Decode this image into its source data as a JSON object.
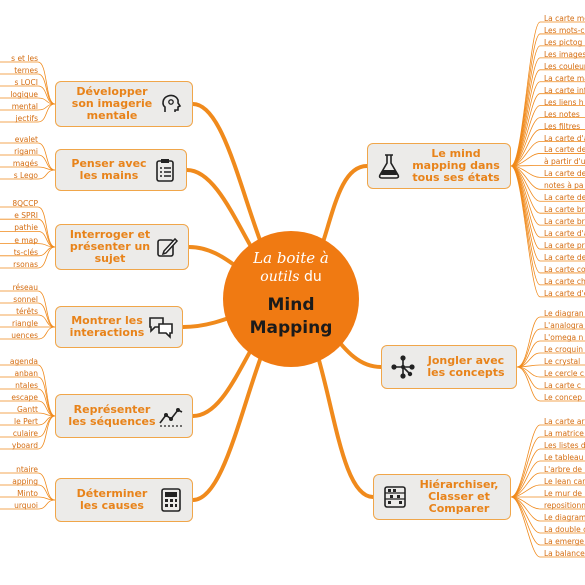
{
  "center": {
    "line1": "La boite à",
    "line2_italic": "outils",
    "line2_rest": "du",
    "line3": "Mind",
    "line4": "Mapping"
  },
  "colors": {
    "branch": "#f08a1c",
    "node_fill": "#ecebe9",
    "node_border": "#f0a64a",
    "text_orange": "#e8831a",
    "center": "#f07a12"
  },
  "left_nodes": [
    {
      "label": "Développer son imagerie mentale",
      "icon": "brain-head-icon",
      "leaves": [
        "s et les",
        "ternes",
        "s LOCI",
        "logique",
        "mental",
        "jectifs"
      ]
    },
    {
      "label": "Penser avec les mains",
      "icon": "clipboard-checklist-icon",
      "leaves": [
        "evalet",
        "rigami",
        "magés",
        "s Lego"
      ]
    },
    {
      "label": "Interroger et présenter un sujet",
      "icon": "pencil-edit-icon",
      "leaves": [
        "8QCCP",
        "e SPRI",
        "pathie",
        "e map",
        "ts-clés",
        "rsonas"
      ]
    },
    {
      "label": "Montrer les interactions",
      "icon": "speech-bubbles-icon",
      "leaves": [
        "réseau",
        "sonnel",
        "térêts",
        "riangle",
        "uences"
      ]
    },
    {
      "label": "Représenter les séquences",
      "icon": "line-graph-icon",
      "leaves": [
        "agenda",
        "anban",
        "ntales",
        "escape",
        "Gantt",
        "le Pert",
        "culaire",
        "yboard"
      ]
    },
    {
      "label": "Déterminer les causes",
      "icon": "calculator-icon",
      "leaves": [
        "ntaire",
        "apping",
        "Minto",
        "urquoi"
      ]
    }
  ],
  "right_nodes": [
    {
      "label": "Le mind mapping dans tous ses états",
      "icon": "flask-icon",
      "leaves": [
        "La carte me",
        "Les mots-c",
        "Les pictog",
        "Les images",
        "Les couleur",
        "La carte ma",
        "La carte inf",
        "Les liens h",
        "Les notes",
        "Les filtres",
        "La carte d'a",
        "La carte de",
        "à partir d'u",
        "La carte de",
        "notes à pa",
        "La carte de",
        "La carte bra",
        "La carte bra",
        "La carte d'a",
        "La carte pro",
        "La carte de",
        "La carte co",
        "La carte ch",
        "La carte d'e"
      ]
    },
    {
      "label": "Jongler avec les concepts",
      "icon": "network-nodes-icon",
      "leaves": [
        "Le diagran",
        "L'analogra",
        "L'omega n",
        "Le croquin",
        "Le crystal",
        "Le cercle c",
        "La carte c",
        "Le concep"
      ]
    },
    {
      "label": "Hiérarchiser, Classer et Comparer",
      "icon": "abacus-icon",
      "leaves": [
        "La carte ara",
        "La matrice",
        "Les listes d",
        "Le tableau",
        "L'arbre de",
        "Le lean can",
        "Le mur de",
        "repositionna",
        "Le diagram",
        "La double c",
        "La emerge",
        "La balance"
      ]
    }
  ]
}
